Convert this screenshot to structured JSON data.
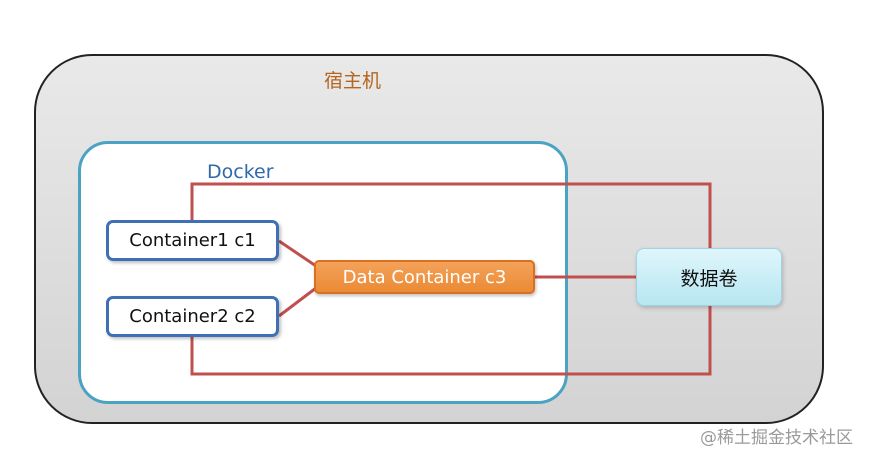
{
  "host": {
    "label": "宿主机"
  },
  "docker": {
    "label": "Docker"
  },
  "containers": {
    "c1": "Container1 c1",
    "c2": "Container2 c2",
    "c3": "Data Container c3"
  },
  "volume": {
    "label": "数据卷"
  },
  "watermark": "@稀土掘金技术社区",
  "colors": {
    "connector": "#c0504d",
    "docker_border": "#4ba3c3",
    "container_border": "#3f6fb5",
    "data_container_fill": "#ea8a35",
    "volume_fill": "#c8eef6"
  }
}
